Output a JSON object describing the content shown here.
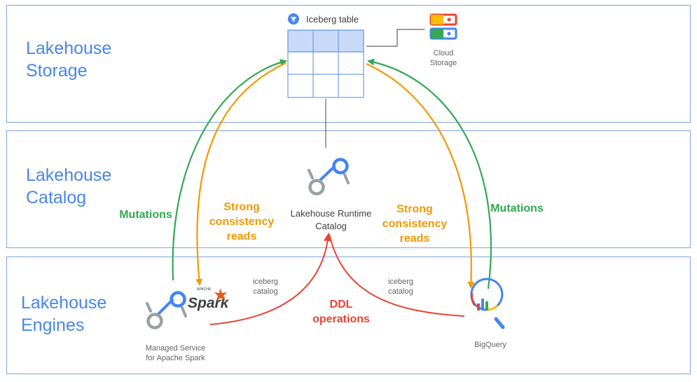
{
  "layers": {
    "storage": "Lakehouse\nStorage",
    "catalog": "Lakehouse\nCatalog",
    "engines": "Lakehouse\nEngines"
  },
  "nodes": {
    "iceberg_table": "Iceberg table",
    "cloud_storage": "Cloud\nStorage",
    "runtime_catalog": "Lakehouse Runtime\nCatalog",
    "spark": "Managed Service\nfor Apache Spark",
    "bigquery": "BigQuery",
    "spark_logo_small": "APACHE",
    "spark_logo": "Spark"
  },
  "edges": {
    "mutations_left": "Mutations",
    "mutations_right": "Mutations",
    "reads_left": "Strong\nconsistency\nreads",
    "reads_right": "Strong\nconsistency\nreads",
    "iceberg_catalog_left": "iceberg\ncatalog",
    "iceberg_catalog_right": "iceberg\ncatalog",
    "ddl": "DDL\noperations"
  },
  "colors": {
    "layer_border": "#7ea6e0",
    "layer_title": "#4a86e8",
    "mutations": "#34a853",
    "reads": "#f29900",
    "ddl": "#ea4335",
    "table_header": "#c9daf8",
    "table_border": "#6d9eeb",
    "connector": "#5f6368"
  }
}
